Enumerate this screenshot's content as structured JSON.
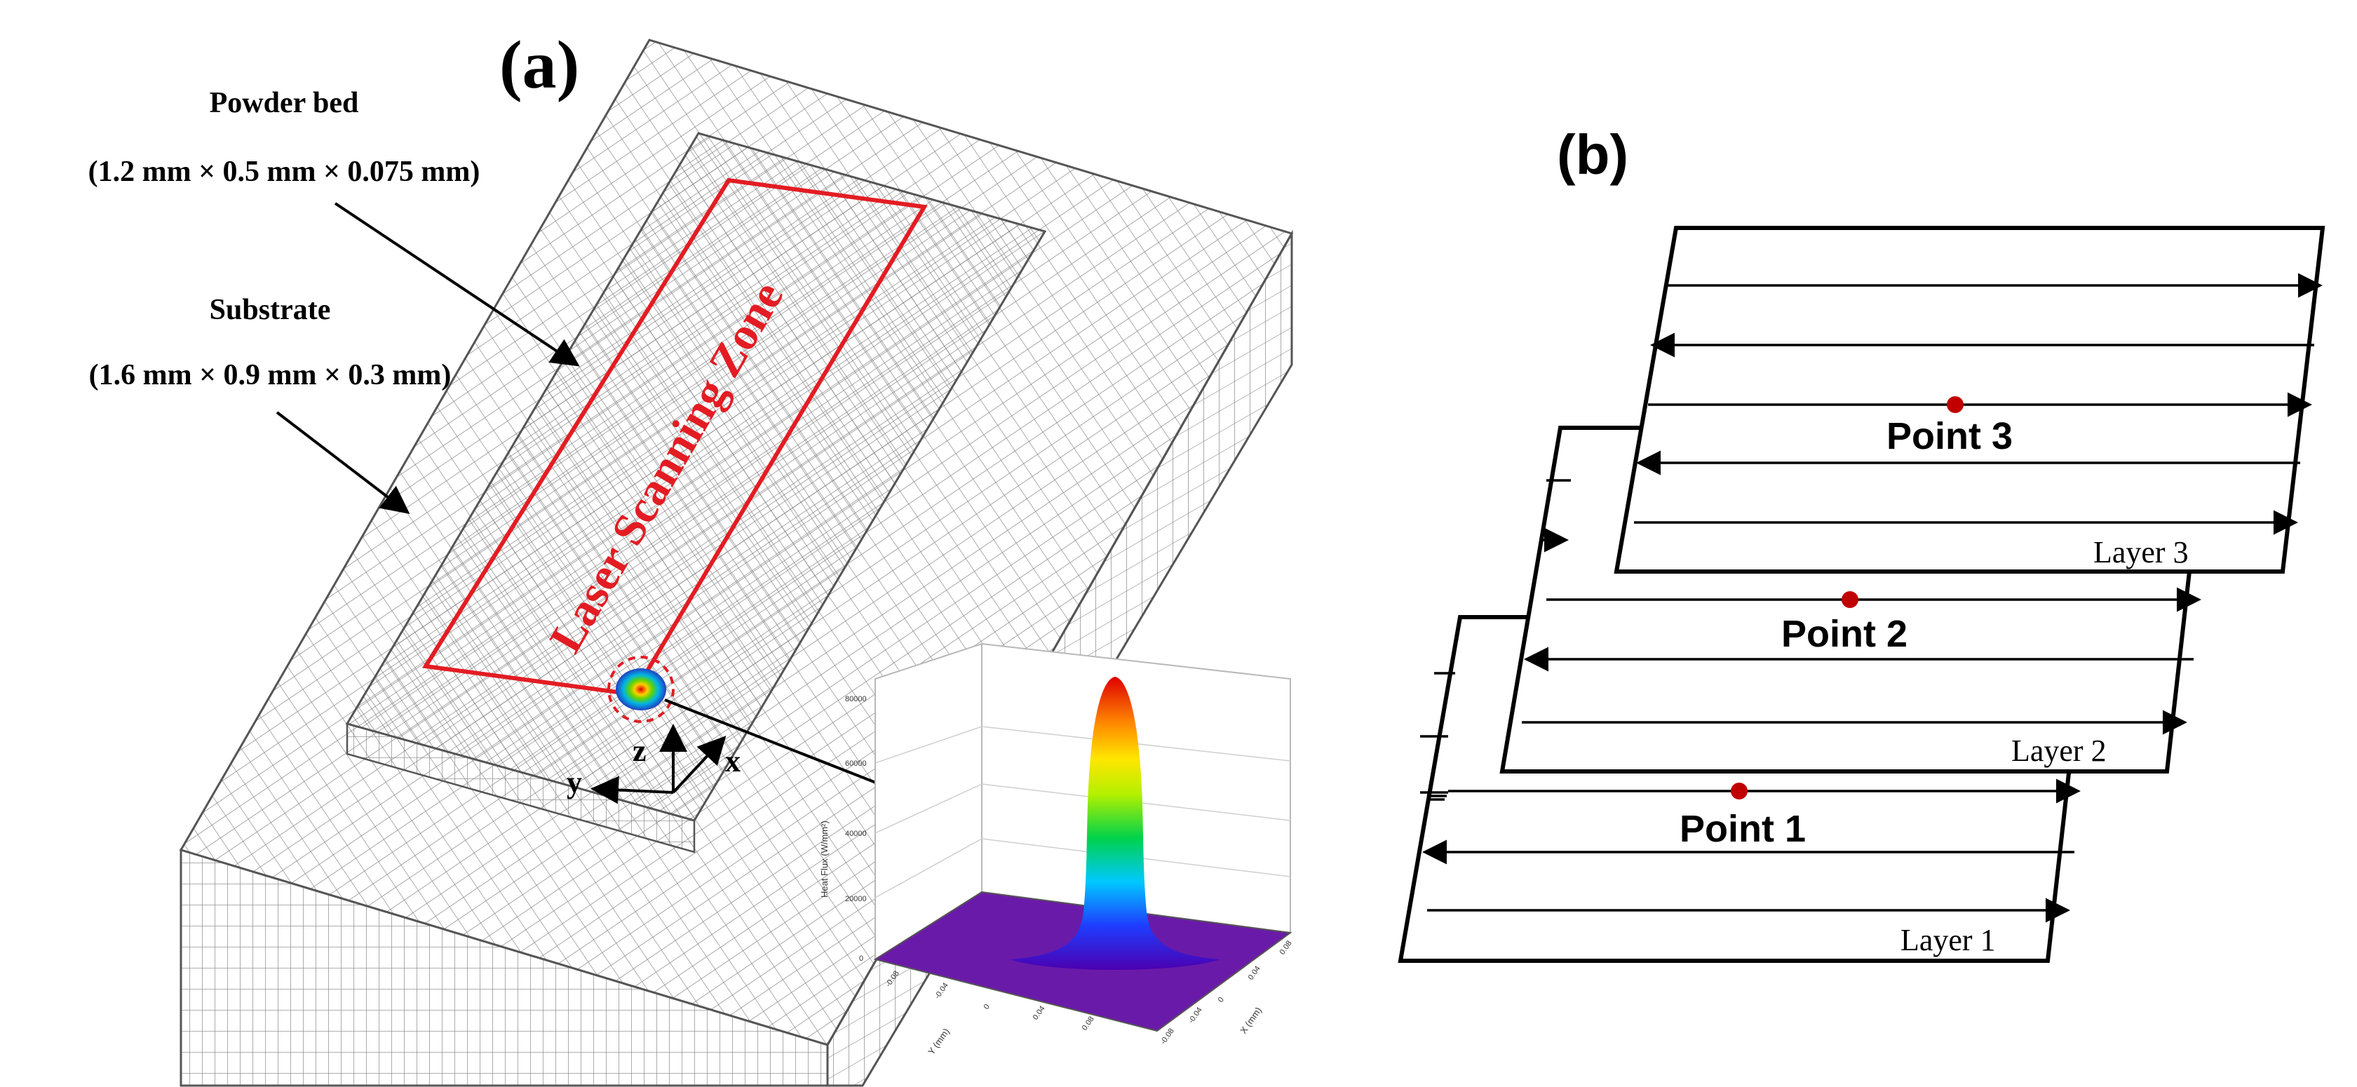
{
  "panel_a": {
    "label": "(a)",
    "powder_bed": {
      "title": "Powder bed",
      "dims": "(1.2 mm × 0.5 mm × 0.075 mm)"
    },
    "substrate": {
      "title": "Substrate",
      "dims": "(1.6 mm × 0.9 mm × 0.3 mm)"
    },
    "scan_zone_label": "Laser Scanning Zone",
    "axes": {
      "z": "z",
      "y": "y",
      "x": "x"
    },
    "heat_plot": {
      "zlabel": "Heat Flux (W/mm²)",
      "xlabel": "X (mm)",
      "ylabel": "Y (mm)",
      "ztick_labels": [
        "0",
        "20000",
        "40000",
        "60000",
        "80000"
      ],
      "x_tick_labels": [
        "-0.08",
        "-0.04",
        "0",
        "0.04",
        "0.08"
      ],
      "y_tick_labels": [
        "-0.08",
        "-0.04",
        "0",
        "0.04",
        "0.08"
      ]
    }
  },
  "panel_b": {
    "label": "(b)",
    "layers": [
      {
        "name": "Layer 1",
        "point": "Point 1"
      },
      {
        "name": "Layer 2",
        "point": "Point 2"
      },
      {
        "name": "Layer 3",
        "point": "Point 3"
      }
    ],
    "colors": {
      "point": "#c00000",
      "frame": "#000000"
    }
  },
  "colors": {
    "scan_zone": "#e31c23",
    "mesh": "#6d6d6d"
  }
}
